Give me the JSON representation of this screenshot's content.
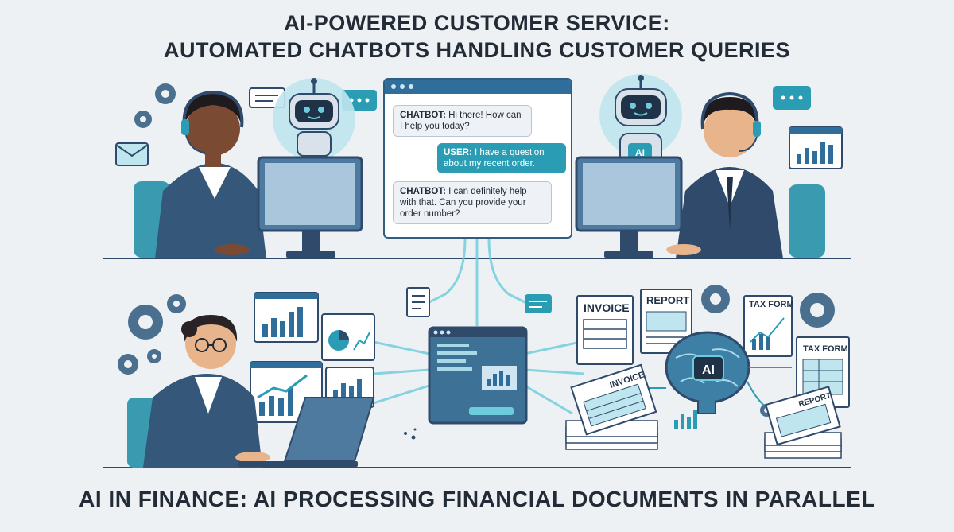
{
  "titles": {
    "top_line1": "AI-POWERED CUSTOMER SERVICE:",
    "top_line2": "AUTOMATED CHATBOTS HANDLING CUSTOMER QUERIES",
    "bottom": "AI IN FINANCE: AI PROCESSING FINANCIAL DOCUMENTS IN PARALLEL"
  },
  "chat": {
    "messages": [
      {
        "speaker": "CHATBOT:",
        "text": "Hi there! How can I help you today?"
      },
      {
        "speaker": "USER:",
        "text": "I have a question about my recent order."
      },
      {
        "speaker": "CHATBOT:",
        "text": "I can definitely help with that. Can you provide your order number?"
      }
    ]
  },
  "labels": {
    "ai_badge": "AI",
    "ai_brain": "AI",
    "invoice1": "INVOICE",
    "report1": "REPORT",
    "tax_form1": "TAX FORM",
    "tax_form2": "TAX FORM",
    "invoice_stack": "INVOICE",
    "report_stack": "REPORT"
  },
  "colors": {
    "navy": "#2f4a6b",
    "teal": "#2a9db4",
    "light_teal": "#bfe6ee",
    "background": "#eef1f4"
  }
}
